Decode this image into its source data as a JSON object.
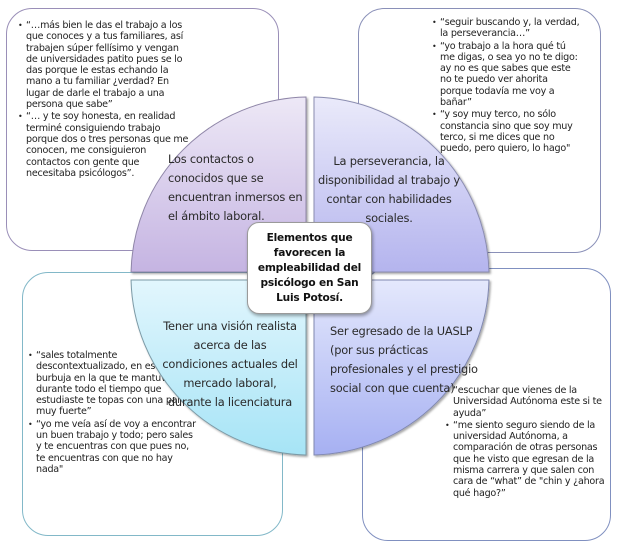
{
  "diagram": {
    "center_title": "Elementos que favorecen la empleabilidad del psicólogo en San Luis Potosí.",
    "quadrants": [
      {
        "id": "top-left",
        "text": "Los contactos o conocidos que se encuentran inmersos en el ámbito laboral.",
        "color_top": "#ede8f6",
        "color_bottom": "#c5b4e2",
        "quotes": [
          "“…más bien le das el trabajo a los que conoces y a tus familiares, así trabajen súper fellísimo y vengan de universidades patito pues se lo das porque le estas echando la mano a tu familiar ¿verdad? En lugar de darle el trabajo a una persona que sabe”",
          "“… y te soy honesta, en realidad terminé consiguiendo trabajo porque dos o tres personas que me conocen, me consiguieron contactos con gente que necesitaba psicólogos”."
        ]
      },
      {
        "id": "top-right",
        "text": "La perseverancia, la disponibilidad al trabajo y contar con habilidades sociales.",
        "color_top": "#eaeafa",
        "color_bottom": "#b4b4ee",
        "quotes": [
          "“seguir buscando y, la verdad, la perseverancia…”",
          "“yo trabajo a la hora qué tú me digas, o sea yo no te digo: ay no es que sabes que este no te puedo ver ahorita porque todavía me voy a bañar”",
          "“y soy muy terco, no sólo constancia sino que soy muy terco, si me dices que no puedo, pero quiero, lo hago\""
        ]
      },
      {
        "id": "bottom-left",
        "text": "Tener una visión realista acerca de las condiciones actuales del mercado laboral, durante la licenciatura",
        "color_top": "#e2f6fd",
        "color_bottom": "#a6e4f6",
        "quotes": [
          "“sales totalmente descontextualizado, en esa burbuja en la que te mantuvieron durante todo el tiempo que estudiaste te topas con una pared muy fuerte”",
          "“yo me veía así de voy a encontrar un buen trabajo y todo; pero sales y te encuentras con que pues no, te encuentras con que no hay nada\""
        ]
      },
      {
        "id": "bottom-right",
        "text": "Ser egresado de la UASLP (por sus prácticas profesionales y el prestigio social con que cuenta)",
        "color_top": "#e4e8fc",
        "color_bottom": "#a6b0f2",
        "quotes": [
          "“escuchar que vienes de la Universidad Autónoma este si te ayuda”",
          "“me siento seguro siendo de la universidad Autónoma, a comparación de otras personas que he visto que egresan de la misma carrera y que salen con cara de “what” de \"chin y ¿ahora qué hago?”"
        ]
      }
    ]
  }
}
